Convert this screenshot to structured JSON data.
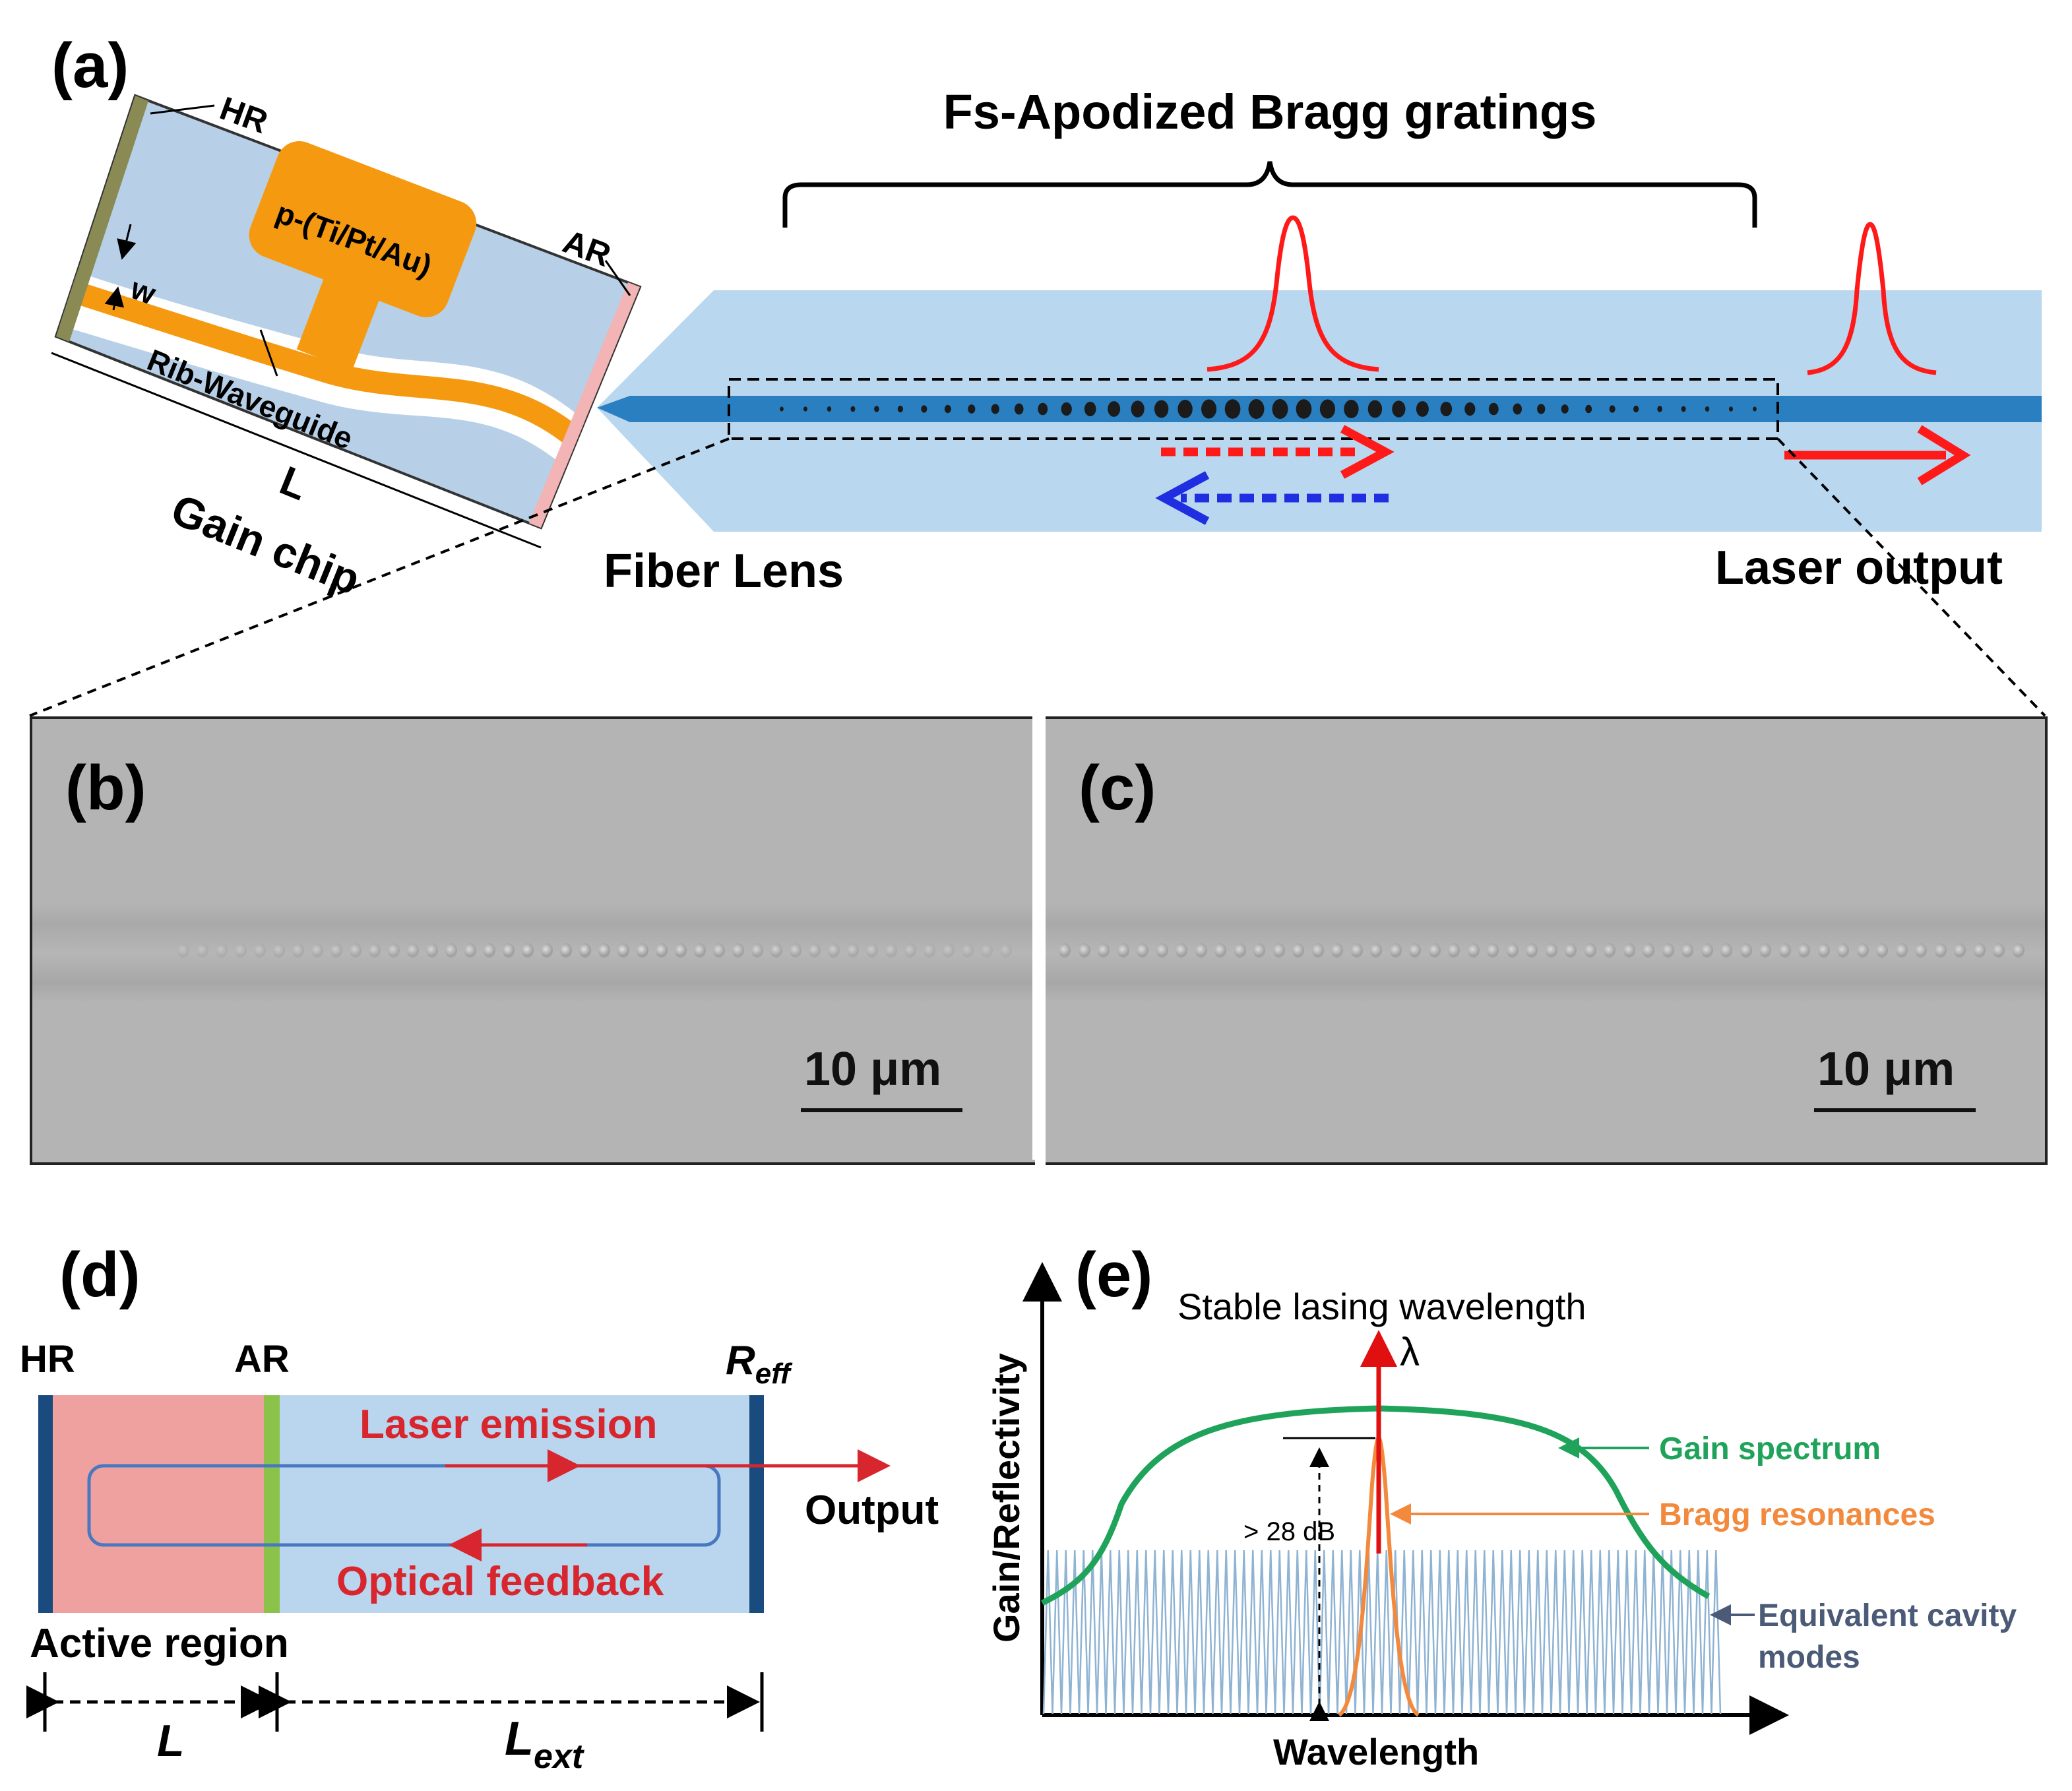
{
  "panel_a": {
    "label": "(a)",
    "chip": {
      "hr": "HR",
      "ar": "AR",
      "electrode": "p-(Ti/Pt/Au)",
      "width_symbol": "w",
      "waveguide": "Rib-Waveguide",
      "length_symbol": "L",
      "name": "Gain chip"
    },
    "grating_title": "Fs-Apodized Bragg gratings",
    "fiber_lens": "Fiber Lens",
    "laser_output": "Laser output",
    "colors": {
      "fiber": "#b9d7ee",
      "core": "#2a7fc1",
      "chip_body": "#b7d0e8",
      "electrode": "#f59a10",
      "forward_arrow": "#ff1a1a",
      "backward_arrow": "#1f2ee0"
    }
  },
  "panel_b": {
    "label": "(b)",
    "scale_bar": "10 μm"
  },
  "panel_c": {
    "label": "(c)",
    "scale_bar": "10 μm"
  },
  "panel_d": {
    "label": "(d)",
    "hr": "HR",
    "ar": "AR",
    "reff": "R",
    "reff_sub": "eff",
    "laser_emission": "Laser emission",
    "optical_feedback": "Optical feedback",
    "output": "Output",
    "active_region": "Active region",
    "l": "L",
    "l_ext": "L",
    "l_ext_sub": "ext",
    "colors": {
      "active": "#efa1a0",
      "external": "#b9d6ee",
      "mirror": "#1a4b7e",
      "ar_coat": "#8bc34a",
      "text_red": "#d8262e"
    }
  },
  "panel_e": {
    "label": "(e)",
    "title": "Stable lasing wavelength",
    "lambda": "λ",
    "y_axis": "Gain/Reflectivity",
    "x_axis": "Wavelength",
    "gain": "Gain spectrum",
    "bragg": "Bragg resonances",
    "modes_line1": "Equivalent cavity",
    "modes_line2": "modes",
    "contrast": "> 28 dB",
    "colors": {
      "gain": "#1fa35a",
      "bragg": "#f2893d",
      "modes": "#8fb3d3",
      "lasing": "#e01010",
      "mode_label": "#4b5a77"
    }
  }
}
